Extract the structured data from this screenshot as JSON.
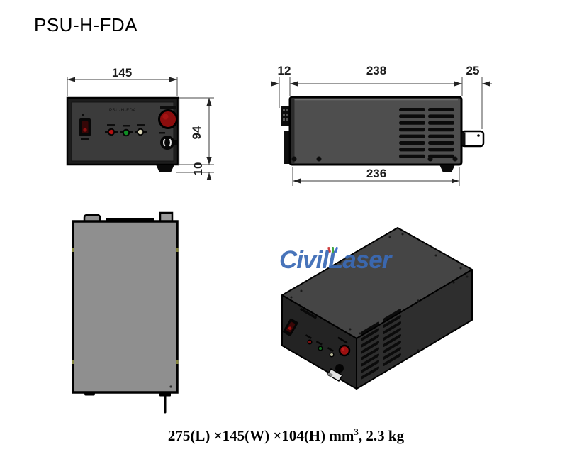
{
  "title": "PSU-H-FDA",
  "watermark": "CivilLaser",
  "caption": {
    "dimensions": "275(L) ×145(W) ×104(H) mm",
    "exponent": "3",
    "weight": ", 2.3 kg"
  },
  "colors": {
    "watermark_blue": "#3b6ab5",
    "estop_red": "#8c0d0d",
    "chassis_dark": "#232323",
    "chassis_side": "#4e4e4e",
    "chassis_top": "#8f8f8f"
  },
  "views": {
    "front": {
      "panel_label": "PSU-H-FDA",
      "dim_width": "145",
      "dim_height": "94",
      "dim_foot": "10",
      "led_colors": [
        "#b51111",
        "#0f8f24",
        "#ded8b8"
      ]
    },
    "side": {
      "dim_front_overhang": "12",
      "dim_body": "238",
      "dim_rear_overhang": "25",
      "dim_bottom": "236"
    }
  }
}
